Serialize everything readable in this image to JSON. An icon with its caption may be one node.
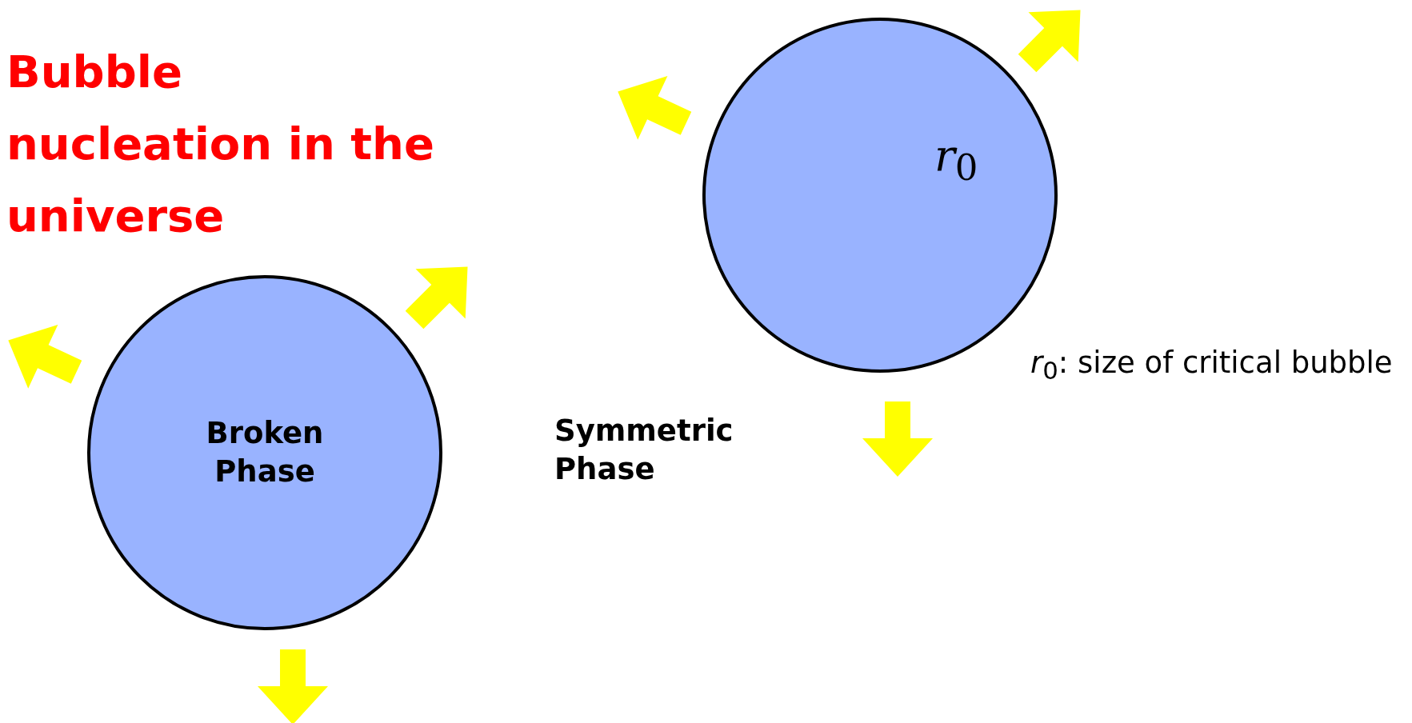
{
  "diagram": {
    "title": "Bubble nucleation in the universe",
    "nodes": [
      {
        "text": [
          "Broken Phase"
        ]
      },
      {
        "text": [],
        "shape": "circle"
      }
    ],
    "labels": [
      "Symmetric Phase",
      "*r*$_{0}$",
      "*r*$_{0}$: size of critical bubble"
    ]
  }
}
